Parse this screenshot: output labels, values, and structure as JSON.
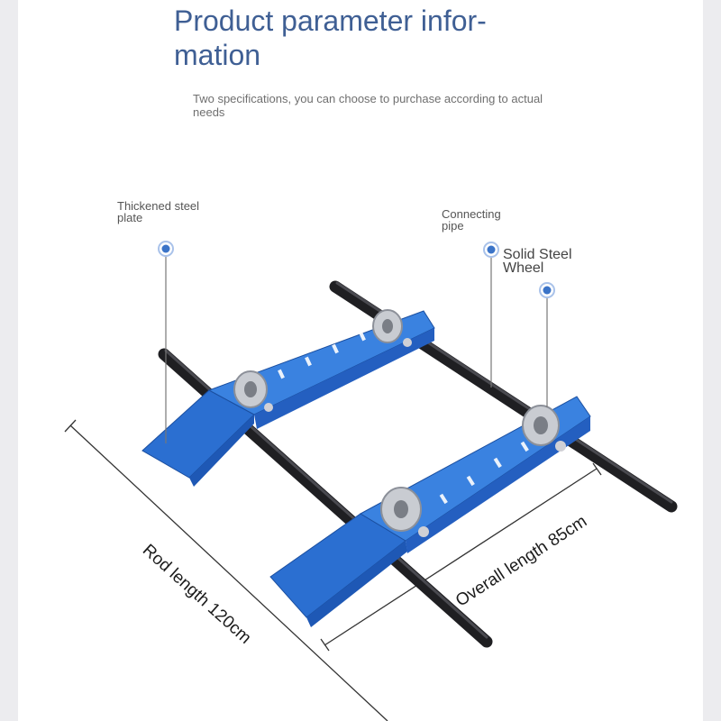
{
  "header": {
    "title_line1": "Product parameter infor-",
    "title_line2": "mation",
    "subtitle": "Two specifications, you can choose to purchase according to actual needs"
  },
  "callouts": {
    "steel_plate_line1": "Thickened steel",
    "steel_plate_line2": "plate",
    "pipe_line1": "Connecting",
    "pipe_line2": "pipe",
    "wheel_line1": "Solid Steel",
    "wheel_line2": "Wheel"
  },
  "dimensions": {
    "overall_length": "Overall length 85cm",
    "rod_length": "Rod length 120cm"
  },
  "colors": {
    "title": "#3f5f94",
    "frame_blue": "#2b6fd1",
    "rod": "#1f1f22",
    "dot": "#3b74c8"
  }
}
